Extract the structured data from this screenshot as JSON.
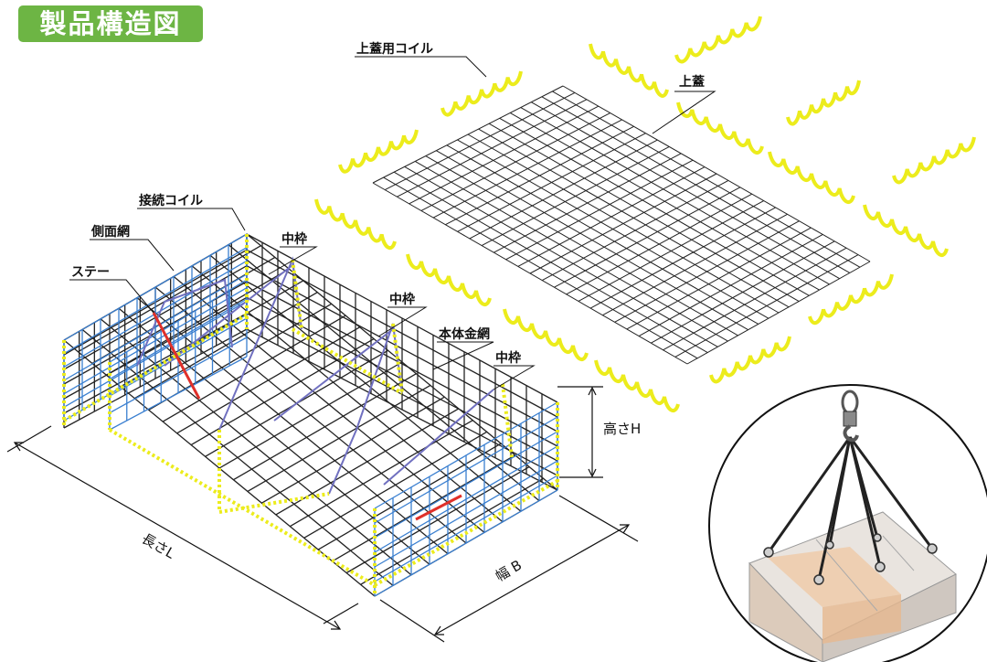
{
  "title": "製品構造図",
  "labels": {
    "lid_coil": "上蓋用コイル",
    "lid": "上蓋",
    "connect_coil": "接続コイル",
    "side_net": "側面網",
    "stay": "ステー",
    "middle_frame": "中枠",
    "body_net": "本体金網"
  },
  "dimensions": {
    "height": "高さH",
    "length": "長さL",
    "width": "幅 B"
  },
  "colors": {
    "title_bg": "#6db544",
    "coil": "#ecec1c",
    "side_net": "#3a7fd0",
    "stay": "#e0302a",
    "middle_frame": "#7070c0",
    "mesh": "#222222"
  }
}
